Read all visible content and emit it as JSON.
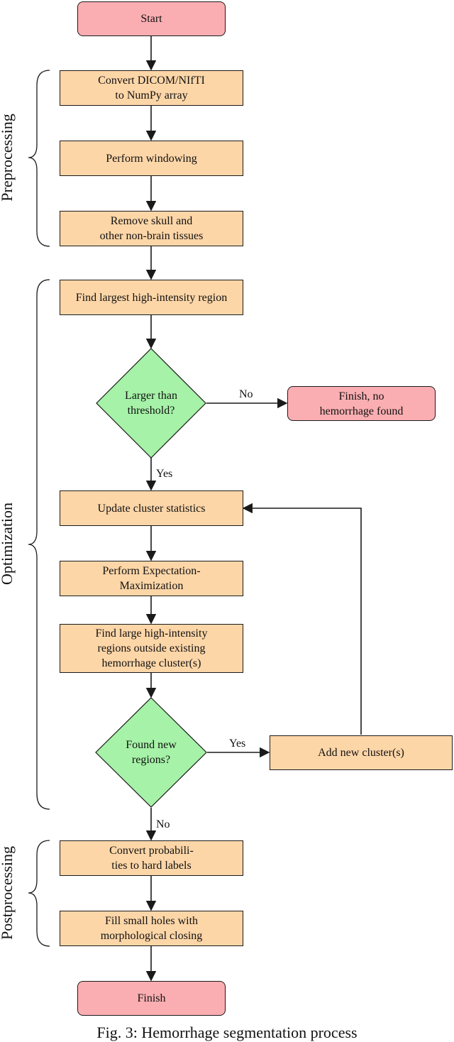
{
  "diagram": {
    "start": "Start",
    "convert": "Convert DICOM/NIfTI\nto NumPy array",
    "windowing": "Perform windowing",
    "skull": "Remove skull and\nother non-brain tissues",
    "find_largest": "Find largest high-intensity region",
    "decision_threshold": "Larger than\nthreshold?",
    "finish_none": "Finish, no\nhemorrhage found",
    "update_stats": "Update cluster statistics",
    "em": "Perform Expectation-\nMaximization",
    "find_large": "Find large high-intensity\nregions outside existing\nhemorrhage cluster(s)",
    "decision_new": "Found new\nregions?",
    "add_cluster": "Add new cluster(s)",
    "convert_prob": "Convert probabili-\nties to hard labels",
    "fill_holes": "Fill small holes with\nmorphological closing",
    "finish": "Finish",
    "edge_no_1": "No",
    "edge_yes_1": "Yes",
    "edge_yes_2": "Yes",
    "edge_no_2": "No"
  },
  "phases": {
    "preprocessing": "Preprocessing",
    "optimization": "Optimization",
    "postprocessing": "Postprocessing"
  },
  "caption": "Fig. 3: Hemorrhage segmentation process"
}
